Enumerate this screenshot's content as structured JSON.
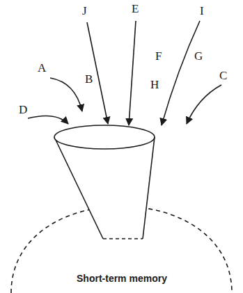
{
  "diagram": {
    "nodes": [
      {
        "text": [
          "Short-term memory"
        ]
      }
    ],
    "labels": [
      "J",
      "E",
      "I",
      "A",
      "F",
      "G",
      "B",
      "H",
      "D",
      "C"
    ]
  }
}
